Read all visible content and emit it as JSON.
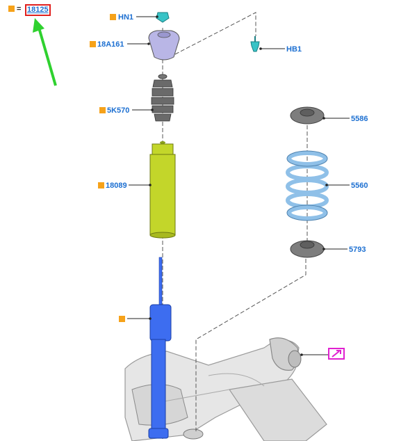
{
  "legend": {
    "equals": "=",
    "code": "18125"
  },
  "parts": {
    "hn1": "HN1",
    "p18a161": "18A161",
    "hb1": "HB1",
    "p5k570": "5K570",
    "p18089": "18089",
    "p5586": "5586",
    "p5560": "5560",
    "p5793": "5793"
  },
  "colors": {
    "marker": "#f6a21a",
    "label": "#1c6fd1",
    "highlight": "#e0201e",
    "arrow": "#2fd12f",
    "link_box": "#e020d0",
    "shock": "#3d6df0",
    "dust_cover": "#c3d62a",
    "spring": "#8fc0e8",
    "mount": "#b9b6e6",
    "bumper": "#6a6a6a",
    "seat": "#7d7d7d",
    "fastener": "#39c3c6"
  },
  "icons": {
    "external_link": "external-link-icon",
    "pointer_arrow": "arrow-icon"
  }
}
